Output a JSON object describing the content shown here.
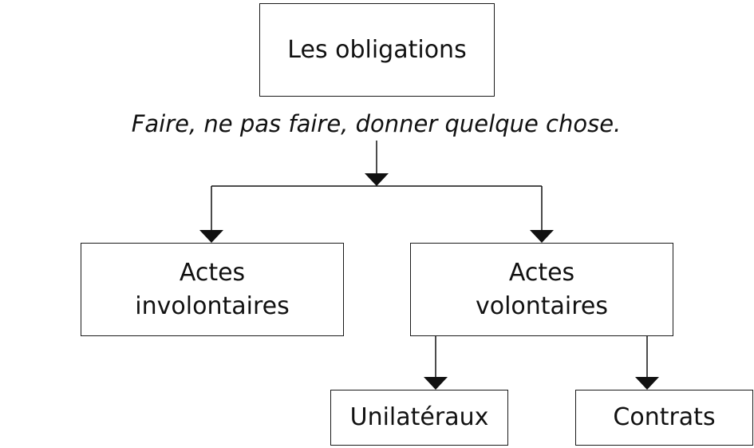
{
  "diagram": {
    "root": {
      "label": "Les obligations"
    },
    "subtitle": "Faire, ne pas faire, donner quelque chose.",
    "involuntary": {
      "line1": "Actes",
      "line2": "involontaires"
    },
    "voluntary": {
      "line1": "Actes",
      "line2": "volontaires"
    },
    "unilateral": {
      "label": "Unilatéraux"
    },
    "contracts": {
      "label": "Contrats"
    }
  }
}
